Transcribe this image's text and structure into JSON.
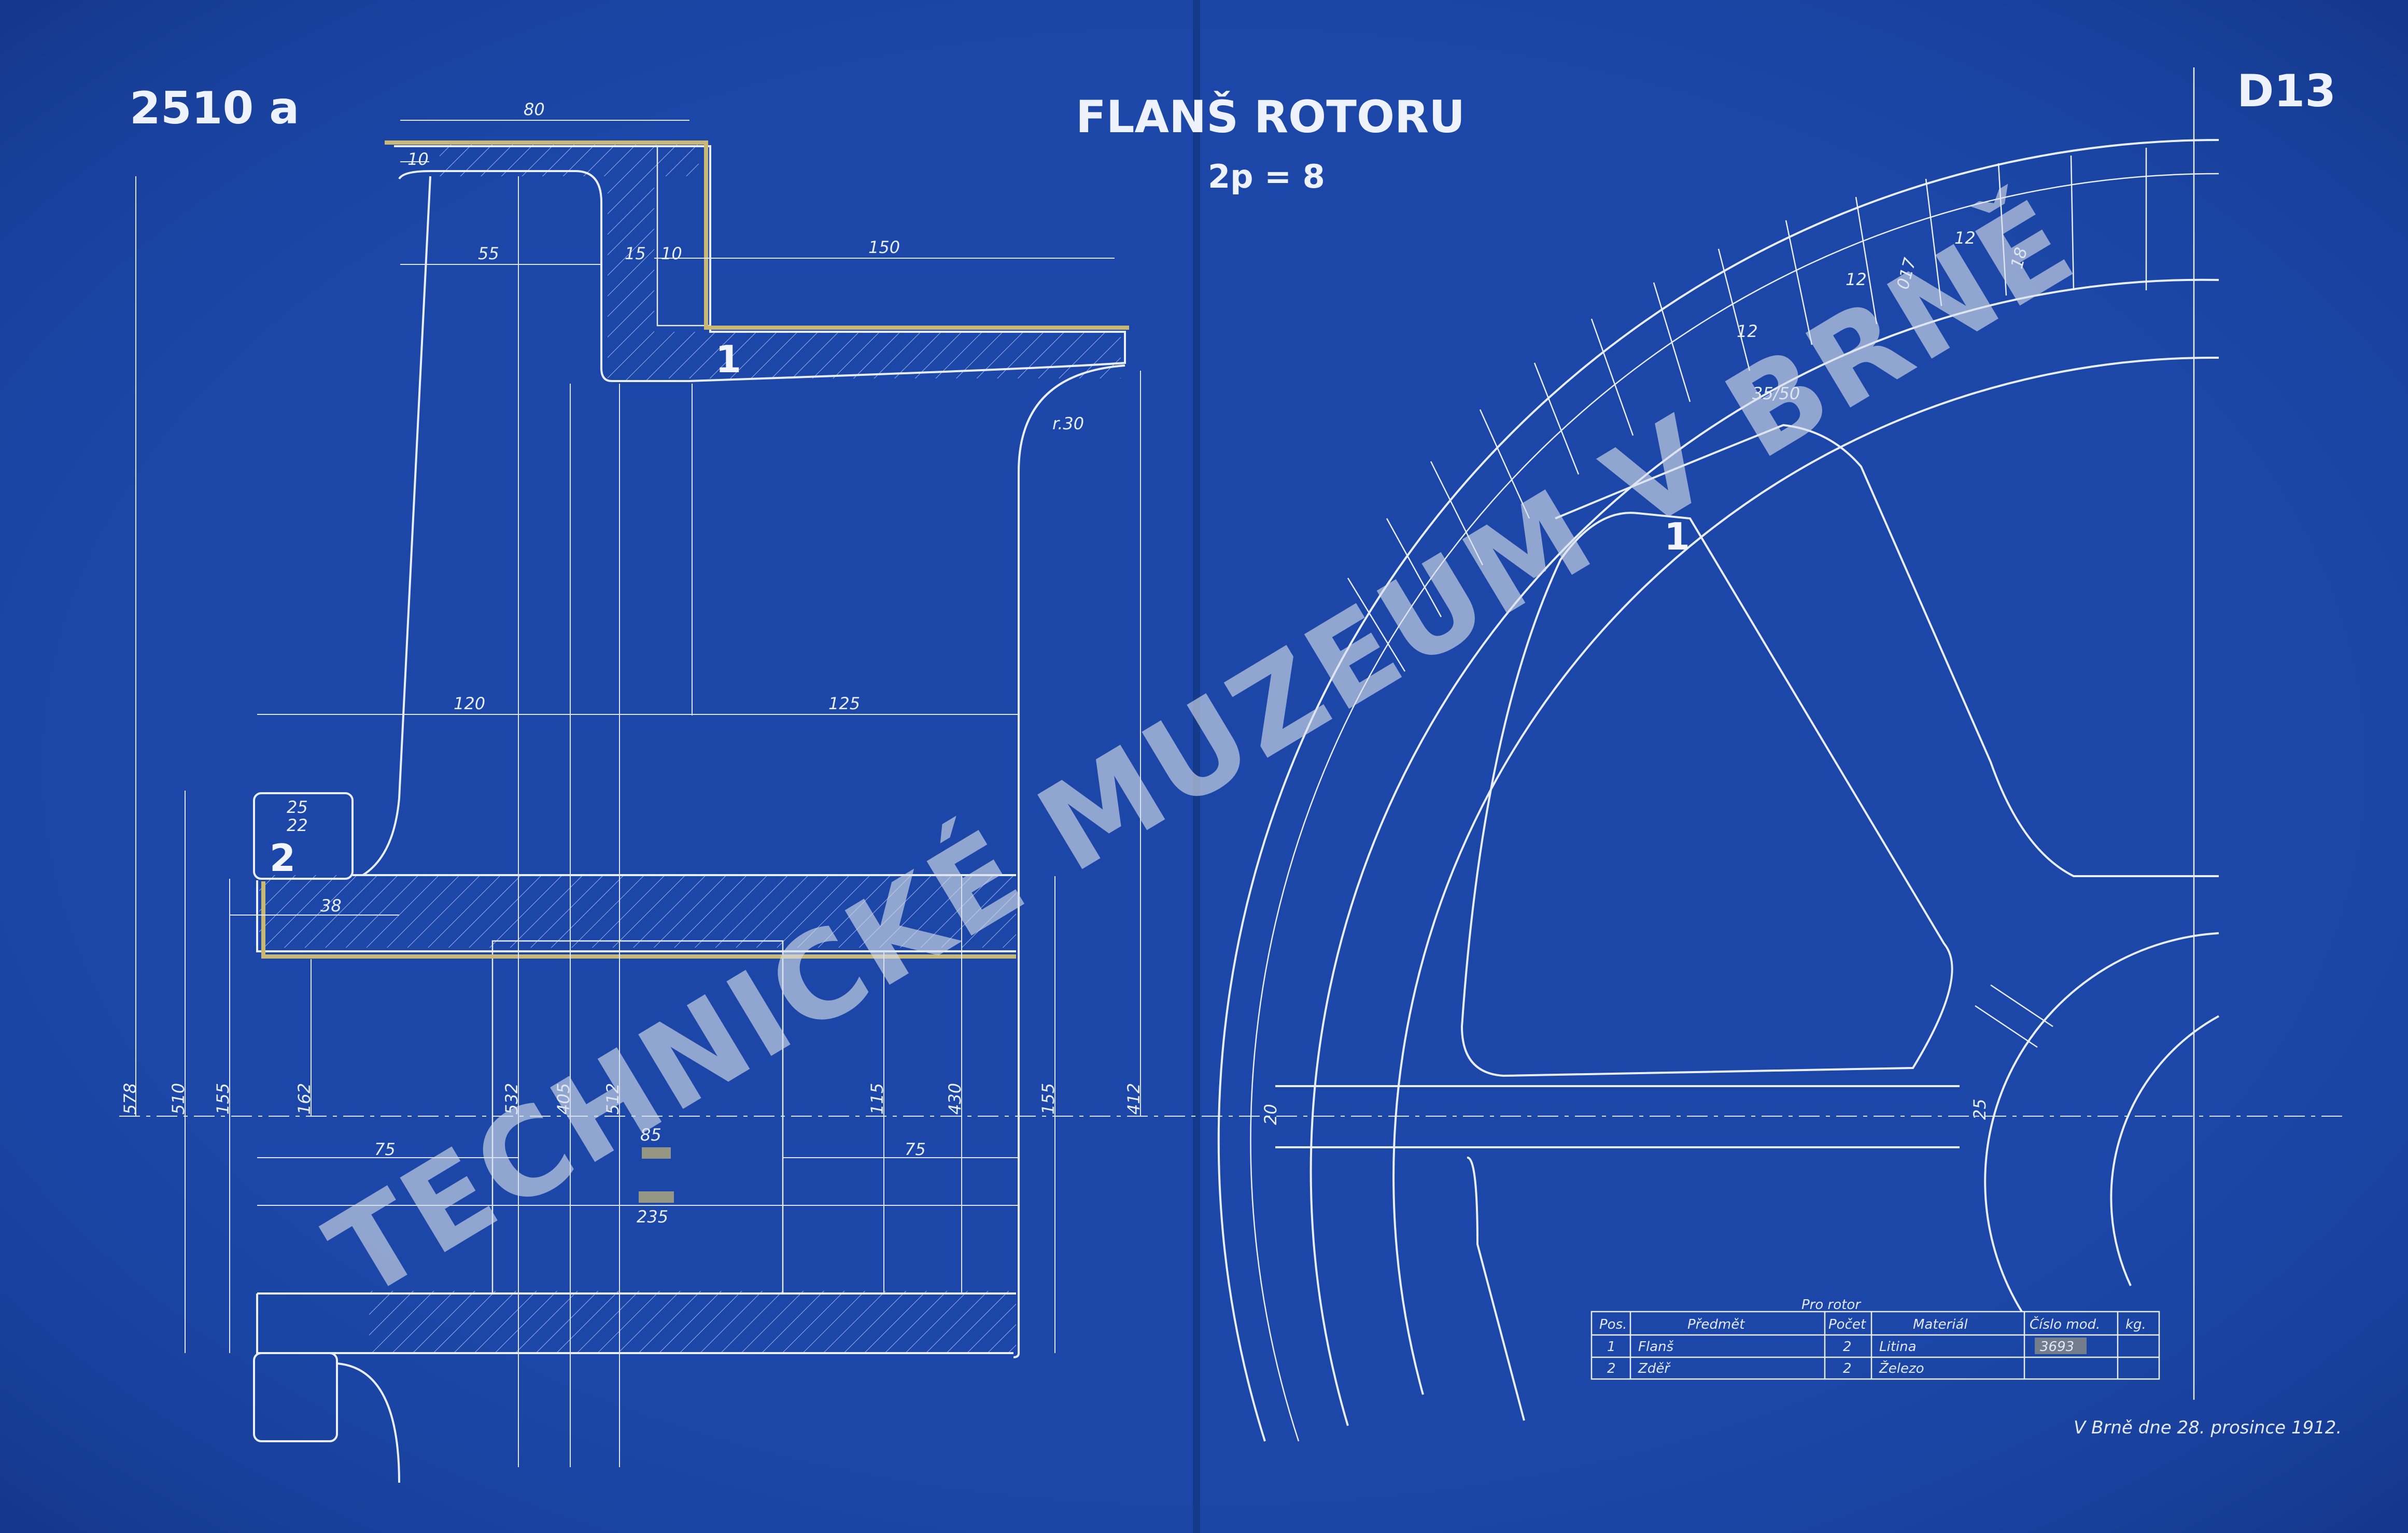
{
  "sheet": {
    "drawing_number": "2510 a",
    "title": "FLANŠ ROTORU",
    "subtitle": "2p = 8",
    "sheet_code": "D13",
    "date_note": "V Brně dne 28. prosince 1912.",
    "watermark": "TECHNICKÉ MUZEUM V BRNĚ"
  },
  "position_markers": {
    "pos1_section": "1",
    "pos2_section": "2",
    "pos1_view": "1"
  },
  "dimensions": {
    "d80": "80",
    "d10_top": "10",
    "d55": "55",
    "d15": "15",
    "d10_mid": "10",
    "d150": "150",
    "r30": "r.30",
    "d120": "120",
    "d125": "125",
    "d25": "25",
    "d22": "22",
    "d38": "38",
    "d578": "578",
    "d510": "510",
    "d155_left": "155",
    "d162": "162",
    "d532": "532",
    "d405": "405",
    "d512": "512",
    "d115": "115",
    "d430": "430",
    "d155_right": "155",
    "d412": "412",
    "d75_left": "75",
    "d85": "85",
    "d235": "235",
    "d75_right": "75",
    "d20_spoke": "20",
    "d25_spoke": "25",
    "d12_a": "12",
    "d12_b": "12",
    "d12_c": "12",
    "d017": "017",
    "d18": "18",
    "d35_50": "35/50"
  },
  "parts_table": {
    "caption": "Pro rotor",
    "headers": [
      "Pos.",
      "Předmět",
      "Počet",
      "Materiál",
      "Číslo mod.",
      "kg."
    ],
    "rows": [
      {
        "pos": "1",
        "item": "Flanš",
        "count": "2",
        "material": "Litina",
        "model_no": "3693",
        "kg": ""
      },
      {
        "pos": "2",
        "item": "Zděř",
        "count": "2",
        "material": "Železo",
        "model_no": "",
        "kg": ""
      }
    ]
  },
  "colors": {
    "paper": "#1c47a8",
    "line": "#e9eefc",
    "pencil_outline": "#c9b873"
  }
}
